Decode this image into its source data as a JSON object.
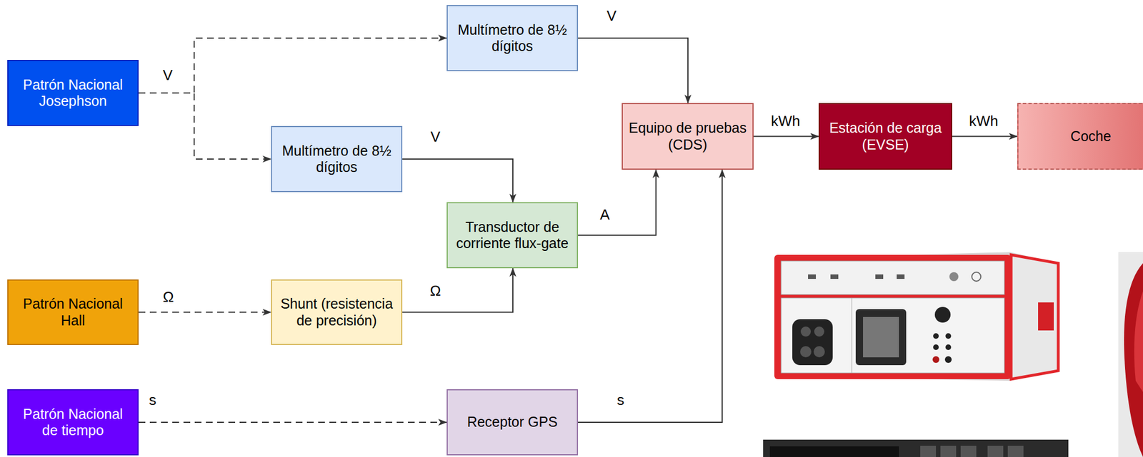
{
  "diagram": {
    "nodes": [
      {
        "text": [
          "Patrón Nacional Josephson"
        ]
      },
      {
        "text": [
          "Multímetro de 8½ dígitos"
        ]
      },
      {
        "text": [
          "Multímetro de 8½ dígitos"
        ]
      },
      {
        "text": [
          "Equipo de pruebas (CDS)"
        ]
      },
      {
        "text": [
          "Estación de carga (EVSE)"
        ]
      },
      {
        "text": [
          "Coche"
        ]
      },
      {
        "text": [
          "Transductor de corriente flux-gate"
        ]
      },
      {
        "text": [
          "Patrón Nacional Hall"
        ]
      },
      {
        "text": [
          "Shunt (resistencia de precisión)"
        ]
      },
      {
        "text": [
          "Patrón Nacional de tiempo"
        ]
      },
      {
        "text": [
          "Receptor GPS"
        ]
      }
    ],
    "edges": [
      {
        "from": 0,
        "to": 1,
        "label": "V",
        "arrow": "to"
      },
      {
        "from": 0,
        "to": 2,
        "arrow": "to"
      },
      {
        "from": 1,
        "to": 3,
        "label": "V",
        "arrow": "to"
      },
      {
        "from": 2,
        "to": 6,
        "label": "V",
        "arrow": "to"
      },
      {
        "from": 6,
        "to": 3,
        "label": "A",
        "arrow": "to"
      },
      {
        "from": 7,
        "to": 8,
        "label": "Ω",
        "arrow": "to"
      },
      {
        "from": 8,
        "to": 6,
        "label": "Ω",
        "arrow": "to"
      },
      {
        "from": 9,
        "to": 10,
        "label": "s",
        "arrow": "to"
      },
      {
        "from": 10,
        "to": 3,
        "label": "s",
        "arrow": "to"
      },
      {
        "from": 3,
        "to": 4,
        "label": "kWh",
        "arrow": "to"
      },
      {
        "from": 4,
        "to": 5,
        "label": "kWh",
        "arrow": "to"
      }
    ]
  }
}
